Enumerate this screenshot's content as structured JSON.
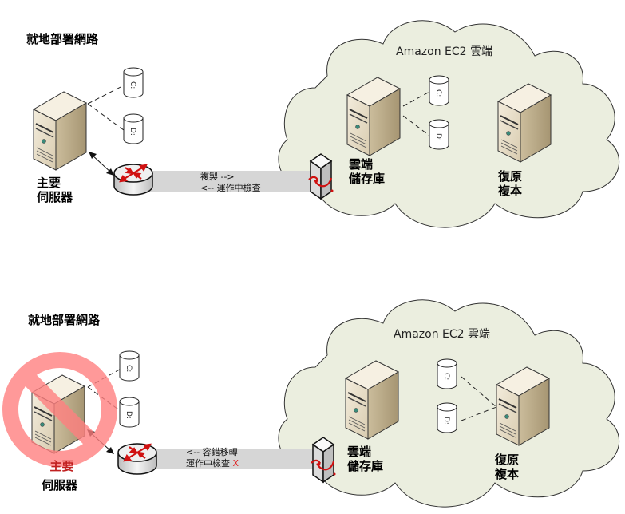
{
  "panels": [
    {
      "id": "normal",
      "onprem_title": "就地部署網路",
      "cloud_title": "Amazon EC2 雲端",
      "primary_server_label": [
        "主要",
        "伺服器"
      ],
      "primary_failed": false,
      "cloud_storage_label": [
        "雲端",
        "儲存庫"
      ],
      "recovery_label": [
        "復原",
        "複本"
      ],
      "link_lines": [
        "複製 -->",
        "<-- 運作中檢查"
      ],
      "link_mark": "",
      "onprem_disks": [
        "C:",
        "D:"
      ],
      "cloud_disks": [
        "C:",
        "D:"
      ],
      "cloud_disks_attached_to": "cloud-storage"
    },
    {
      "id": "failover",
      "onprem_title": "就地部署網路",
      "cloud_title": "Amazon EC2 雲端",
      "primary_server_label": [
        "主要",
        "伺服器"
      ],
      "primary_failed": true,
      "cloud_storage_label": [
        "雲端",
        "儲存庫"
      ],
      "recovery_label": [
        "復原",
        "複本"
      ],
      "link_lines": [
        "<-- 容錯移轉",
        "運作中檢查"
      ],
      "link_mark": "X",
      "onprem_disks": [
        "C:",
        "D:"
      ],
      "cloud_disks": [
        "C:",
        "D:"
      ],
      "cloud_disks_attached_to": "recovery-replica"
    }
  ],
  "colors": {
    "cloud_fill": "#ebeedf",
    "link_band": "#d6d6d6",
    "prohibit": "#ff8080",
    "accent_red": "#e02020",
    "server_front": "#e9e0cc",
    "server_side": "#b8a888"
  }
}
